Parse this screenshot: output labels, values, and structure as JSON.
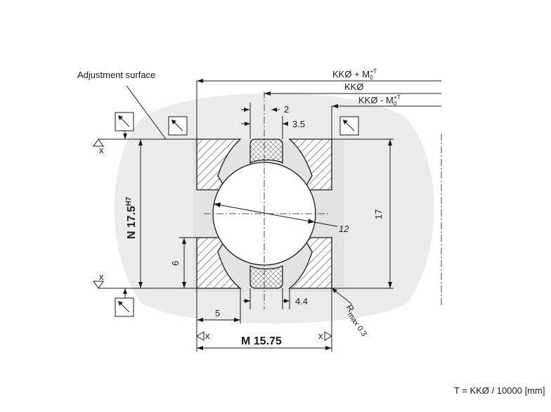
{
  "labels": {
    "adjustment_surface": "Adjustment surface",
    "kk_plus_pre": "KKØ + M",
    "kk": "KKØ",
    "kk_minus_pre": "KKØ - M",
    "tol_sub": "0",
    "tol_sup": "+T",
    "dim_2": "2",
    "dim_3_5": "3.5",
    "dim_17": "17",
    "dim_12": "12",
    "dim_6": "6",
    "dim_5": "5",
    "dim_4_4": "4.4",
    "n_main": "N 17.5",
    "n_sup": "H7",
    "m_main": "M 15.75",
    "r_main": "R",
    "r_sub": "max 0.3",
    "datum_x": "x",
    "formula": "T = KKØ / 10000 [mm]"
  },
  "colors": {
    "line": "#1a1a1a",
    "background_blob": "#e6e6e6"
  },
  "icons": [
    "flatness-tolerance-icon"
  ]
}
